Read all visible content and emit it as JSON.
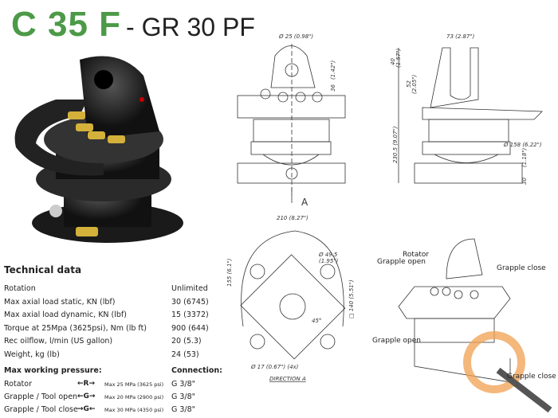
{
  "title": {
    "model": "C 35 F",
    "subtitle": "- GR 30 PF",
    "brand_color": "#4c9a48"
  },
  "technical_data": {
    "heading": "Technical data",
    "rows": [
      {
        "label": "Rotation",
        "value": "Unlimited"
      },
      {
        "label": "Max axial load static, KN (lbf)",
        "value": "30 (6745)"
      },
      {
        "label": "Max axial load dynamic, KN (lbf)",
        "value": "15 (3372)"
      },
      {
        "label": "Torque at 25Mpa (3625psi), Nm (lb ft)",
        "value": "900 (644)"
      },
      {
        "label": "Rec oilflow, l/min (US gallon)",
        "value": "20 (5.3)"
      },
      {
        "label": "Weight, kg (lb)",
        "value": "24 (53)"
      }
    ]
  },
  "pressure": {
    "heading": "Max working pressure:",
    "connection_heading": "Connection:",
    "rows": [
      {
        "label": "Rotator",
        "symbol": "←R→",
        "pressure": "Max 25 MPa (3625 psi)",
        "connection": "G 3/8\""
      },
      {
        "label": "Grapple / Tool open",
        "symbol": "←G→",
        "pressure": "Max 20 MPa (2900 psi)",
        "connection": "G 3/8\""
      },
      {
        "label": "Grapple / Tool close",
        "symbol": "→G←",
        "pressure": "Max 30 MPa (4350 psi)",
        "connection": "G 3/8\""
      }
    ]
  },
  "drawing": {
    "front": {
      "d25": "Ø 25  (0.98\")",
      "h36": "36",
      "h36in": "(1.42\")",
      "view_arrow": "A"
    },
    "side": {
      "w73": "73 (2.87\")",
      "h40": "40",
      "h40in": "(1.57\")",
      "h52": "52",
      "h52in": "(2.05\")",
      "h230": "230.5 (9.07\")",
      "d158": "Ø 158 (6.22\")",
      "h30in": "(1.18\")",
      "h30": "30"
    },
    "bottom": {
      "w210": "210 (8.27\")",
      "h155": "155 (6.1\")",
      "d49": "Ø 49.5",
      "d49in": "(1.95\")",
      "sq140": "□ 140 (5.51\")",
      "angle": "45°",
      "holes": "Ø 17 (0.67\") (4x)",
      "caption": "DIRECTION A"
    },
    "callouts": {
      "rotator": "Rotator",
      "grapple_open_top": "Grapple open",
      "grapple_close_top": "Grapple close",
      "grapple_open_bottom": "Grapple open",
      "grapple_close_bottom": "Grapple close"
    }
  }
}
